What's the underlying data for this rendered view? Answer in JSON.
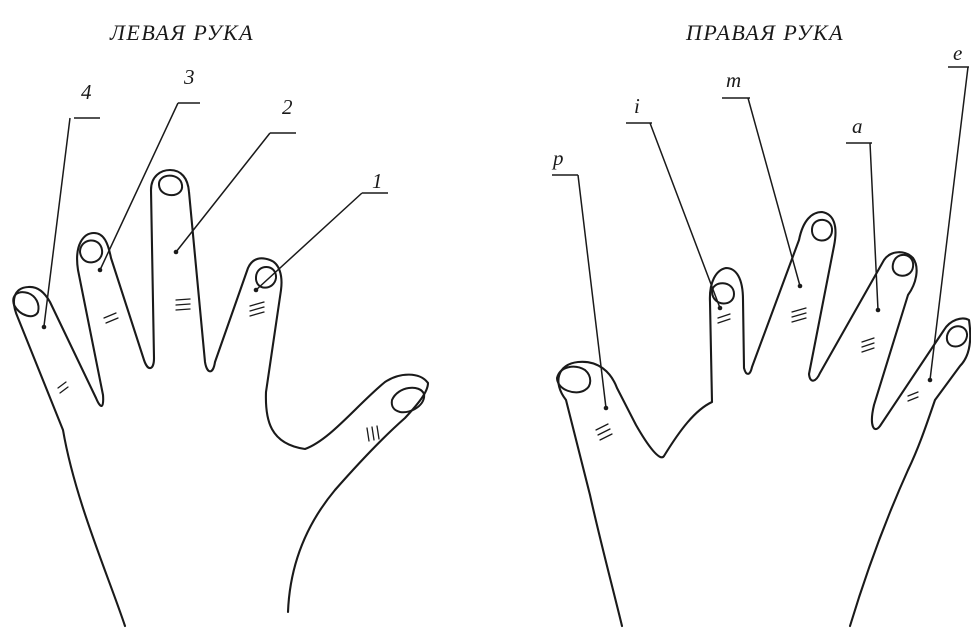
{
  "titles": {
    "left_hand": "ЛЕВАЯ РУКА",
    "right_hand": "ПРАВАЯ РУКА"
  },
  "left_hand_labels": {
    "little": "4",
    "ring": "3",
    "middle": "2",
    "index": "1"
  },
  "right_hand_labels": {
    "thumb": "p",
    "index": "i",
    "middle": "m",
    "ring": "a",
    "little": "e"
  }
}
